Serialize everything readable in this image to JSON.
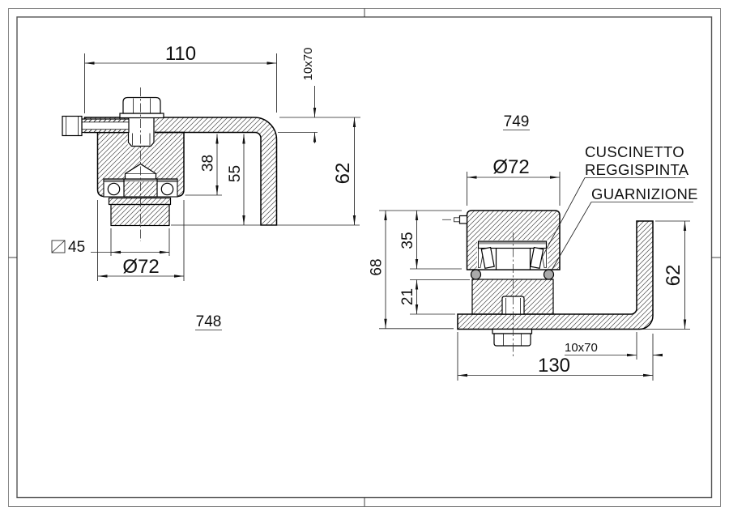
{
  "views": {
    "left": {
      "part_number": "748",
      "dims": {
        "overall_width": "110",
        "profile": "10x70",
        "height": "62",
        "inner_depth": "38",
        "pivot_length": "55",
        "square_size": "45",
        "diameter": "Ø72"
      }
    },
    "right": {
      "part_number": "749",
      "dims": {
        "diameter": "Ø72",
        "bearing_height": "35",
        "hub_height": "21",
        "total_height": "68",
        "height": "62",
        "profile": "10x70",
        "overall_width": "130"
      },
      "callouts": {
        "bearing_line1": "CUSCINETTO",
        "bearing_line2": "REGGISPINTA",
        "seal": "GUARNIZIONE"
      }
    }
  }
}
